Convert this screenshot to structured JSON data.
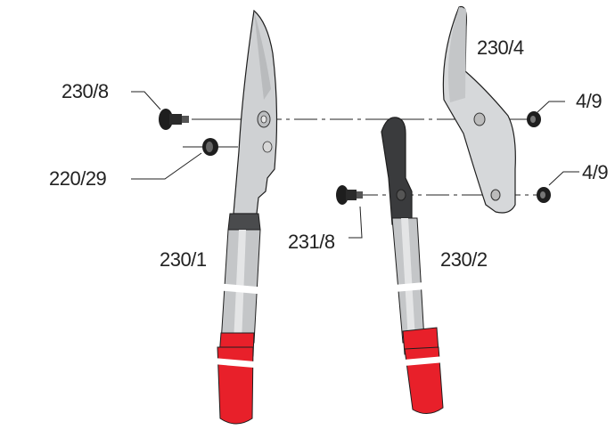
{
  "diagram": {
    "type": "exploded-parts-view",
    "subject": "bypass lopper spare parts",
    "colors": {
      "blade_gray": "#c9cbcd",
      "handle_gray": "#bfc1c3",
      "dark_part": "#2e2f31",
      "grip_red": "#e8202a",
      "outline": "#1e1e1e"
    },
    "labels": [
      {
        "id": "bolt-left",
        "text": "230/8"
      },
      {
        "id": "washer",
        "text": "220/29"
      },
      {
        "id": "upper-handle",
        "text": "230/1"
      },
      {
        "id": "anvil-blade",
        "text": "230/4"
      },
      {
        "id": "nut-top",
        "text": "4/9"
      },
      {
        "id": "nut-bottom",
        "text": "4/9"
      },
      {
        "id": "bolt-middle",
        "text": "231/8"
      },
      {
        "id": "lower-handle",
        "text": "230/2"
      }
    ]
  }
}
